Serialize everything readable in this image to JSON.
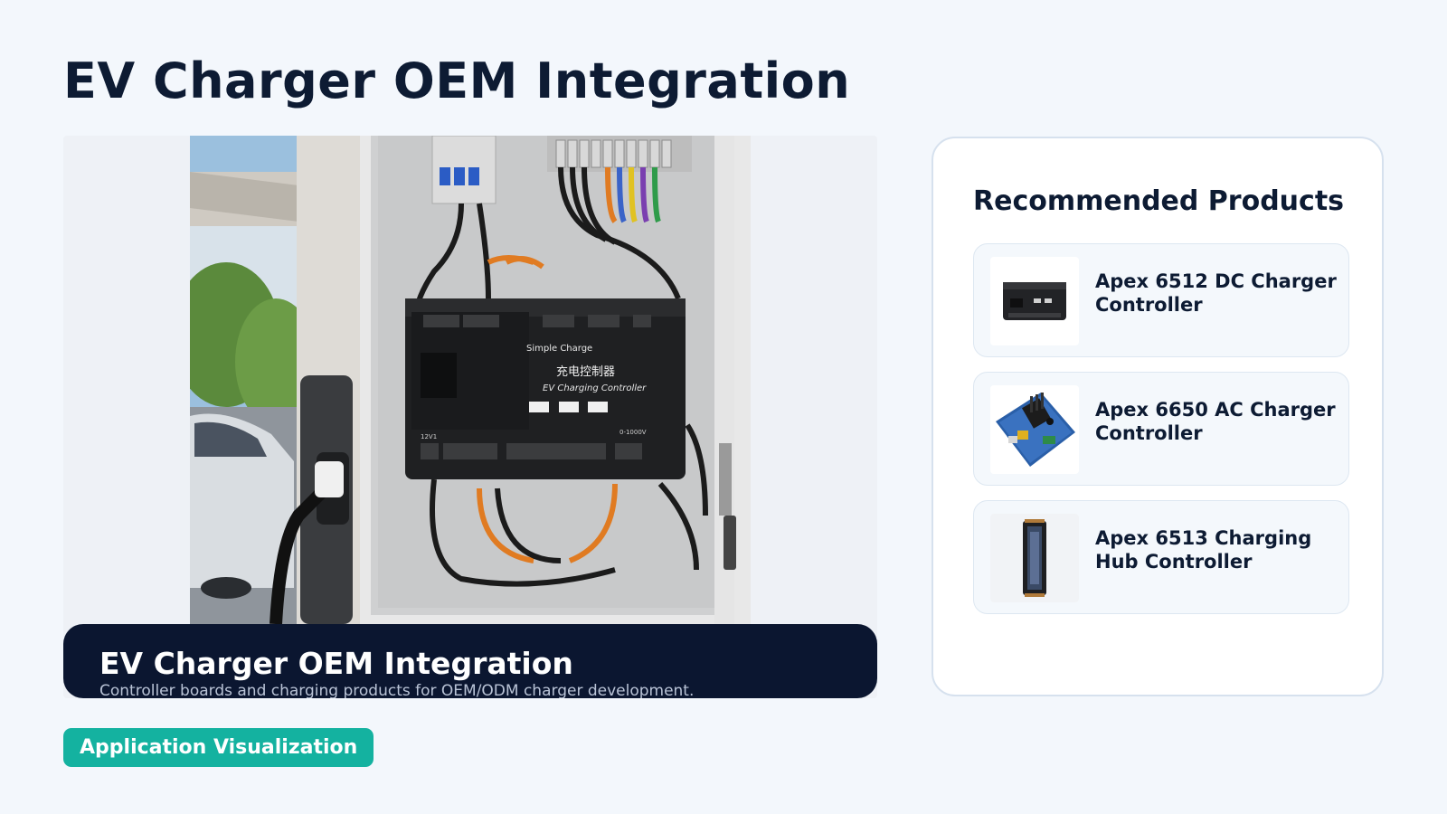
{
  "page": {
    "title": "EV Charger OEM Integration"
  },
  "hero": {
    "caption_title": "EV Charger OEM Integration",
    "caption_subtitle": "Controller boards and charging products for OEM/ODM charger development.",
    "device_label_brand": "Simple Charge",
    "device_label_cn": "充电控制器",
    "device_label_en": "EV Charging Controller",
    "device_label_voltage": "0-1000V",
    "device_label_12v": "12V1"
  },
  "tag": {
    "label": "Application Visualization"
  },
  "recommended": {
    "title": "Recommended Products",
    "products": [
      {
        "name": "Apex 6512 DC Charger Controller",
        "icon": "controller-box-thumbnail"
      },
      {
        "name": "Apex 6650 AC Charger Controller",
        "icon": "circuit-board-thumbnail"
      },
      {
        "name": "Apex 6513 Charging Hub Controller",
        "icon": "hub-module-thumbnail"
      }
    ]
  },
  "colors": {
    "background": "#f3f7fc",
    "title": "#0d1b33",
    "caption_bg": "#0b1630",
    "accent": "#14b2a0"
  }
}
